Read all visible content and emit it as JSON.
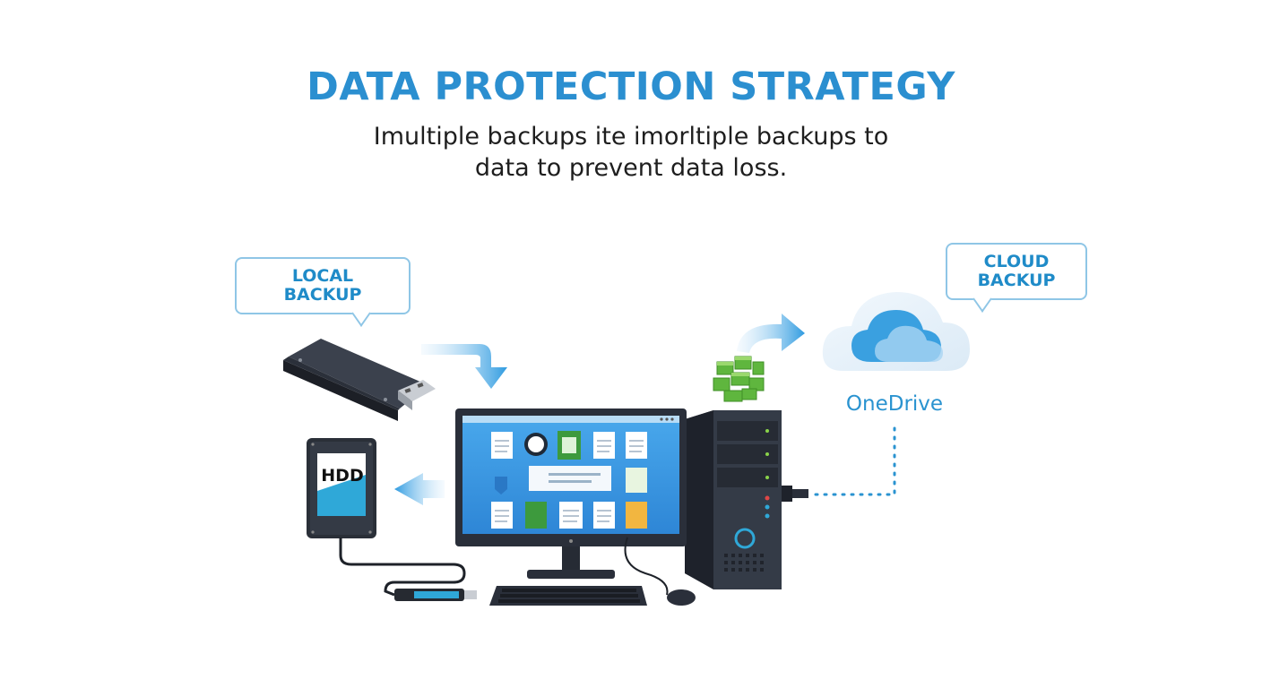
{
  "header": {
    "title": "DATA PROTECTION STRATEGY",
    "subtitle_line1": "Imultiple backups ite imorltiple backups to",
    "subtitle_line2": "data to prevent data loss."
  },
  "callouts": {
    "local": {
      "line1": "LOCAL",
      "line2": "BACKUP"
    },
    "cloud": {
      "line1": "CLOUD",
      "line2": "BACKUP"
    }
  },
  "cloud_service": {
    "label": "OneDrive"
  },
  "devices": {
    "hdd_label": "HDD"
  },
  "colors": {
    "accent": "#2b8fd0",
    "cloud_blue": "#3aa0e0",
    "device_dark": "#2a2f3a",
    "green": "#6cc04a"
  }
}
